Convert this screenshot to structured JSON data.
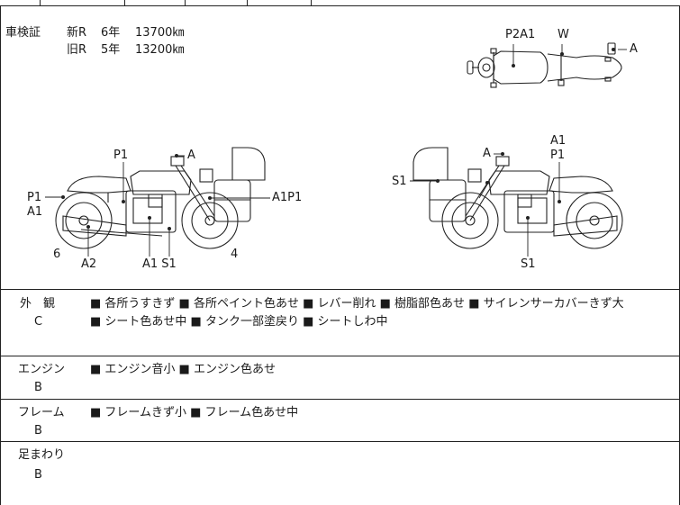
{
  "inspection": {
    "label": "車検証",
    "lines": [
      {
        "era": "新R",
        "years": "6年",
        "km": "13700㎞"
      },
      {
        "era": "旧R",
        "years": "5年",
        "km": "13200㎞"
      }
    ]
  },
  "diagram_labels": {
    "top_p2a1": "P2A1",
    "top_w": "W",
    "top_a": "A",
    "left_p1": "P1",
    "left_a": "A",
    "left_p1_rear": "P1",
    "left_a1_rear": "A1",
    "left_a1p1": "A1P1",
    "left_6": "6",
    "left_a2": "A2",
    "left_a1s1": "A1 S1",
    "left_4": "4",
    "right_a": "A",
    "right_a1": "A1",
    "right_p1": "P1",
    "right_s1_left": "S1",
    "right_s1_bottom": "S1"
  },
  "sections": [
    {
      "title": "外　観",
      "grade": "C",
      "items_line1": "■ 各所うすきず ■ 各所ペイント色あせ ■ レバー削れ ■ 樹脂部色あせ ■ サイレンサーカバーきず大",
      "items_line2": "■ シート色あせ中 ■ タンク一部塗戻り ■ シートしわ中"
    },
    {
      "title": "エンジン",
      "grade": "B",
      "items_line1": "■ エンジン音小 ■ エンジン色あせ",
      "items_line2": ""
    },
    {
      "title": "フレーム",
      "grade": "B",
      "items_line1": "■ フレームきず小 ■ フレーム色あせ中",
      "items_line2": ""
    },
    {
      "title": "足まわり",
      "grade": "B",
      "items_line1": "",
      "items_line2": ""
    }
  ]
}
